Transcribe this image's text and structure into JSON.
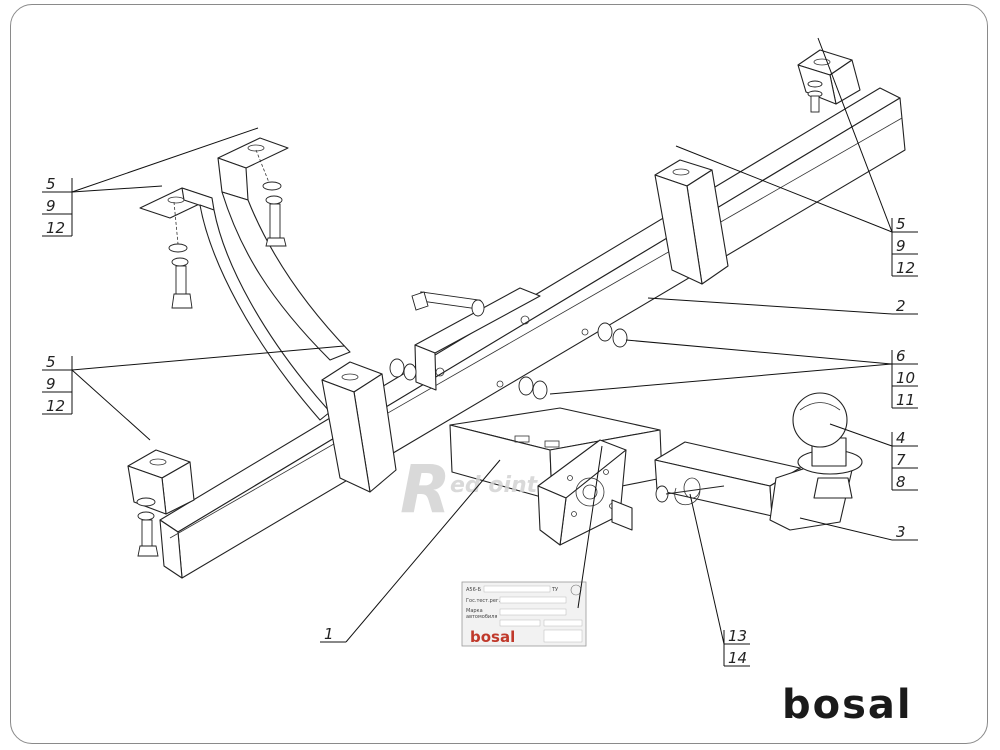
{
  "callouts": {
    "g_left_top": [
      "5",
      "9",
      "12"
    ],
    "g_left_mid": [
      "5",
      "9",
      "12"
    ],
    "g_right_top": [
      "5",
      "9",
      "12"
    ],
    "c2": "2",
    "g_bolts": [
      "6",
      "10",
      "11"
    ],
    "g_ball": [
      "4",
      "7",
      "8"
    ],
    "c3": "3",
    "c1": "1",
    "g_pin": [
      "13",
      "14"
    ]
  },
  "plate": {
    "model_code": "А56-Б",
    "code": "ТУ",
    "row_1": "Гос.тест.рег.",
    "row_2": "Марка",
    "row_3": "автомобиля",
    "brand": "bosal"
  },
  "watermark": "ed oint",
  "logo": "bosal",
  "colors": {
    "line": "#222222",
    "frame": "#8a8a8a",
    "plate_brand": "#c0392b",
    "watermark": "#d3d3d3"
  }
}
